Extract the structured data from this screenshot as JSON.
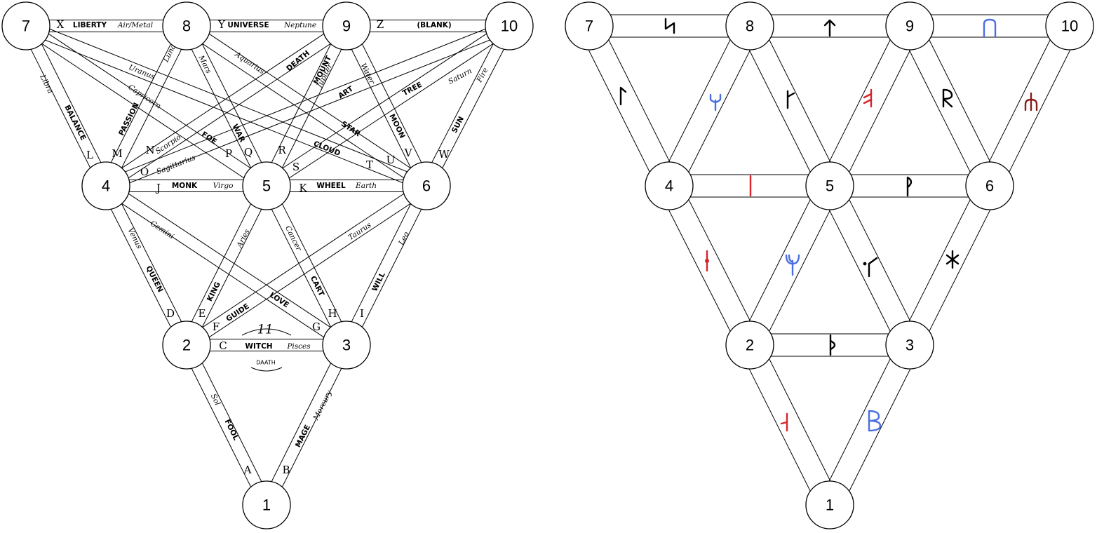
{
  "left_diagram": {
    "nodes": [
      {
        "id": "7",
        "label": "7"
      },
      {
        "id": "8",
        "label": "8"
      },
      {
        "id": "9",
        "label": "9"
      },
      {
        "id": "10",
        "label": "10"
      },
      {
        "id": "4",
        "label": "4"
      },
      {
        "id": "5",
        "label": "5"
      },
      {
        "id": "6",
        "label": "6"
      },
      {
        "id": "2",
        "label": "2"
      },
      {
        "id": "3",
        "label": "3"
      },
      {
        "id": "1",
        "label": "1"
      }
    ],
    "paths": [
      {
        "letter": "A",
        "name": "FOOL",
        "astro": "Sol",
        "from": "1",
        "to": "2"
      },
      {
        "letter": "B",
        "name": "MAGE",
        "astro": "Mercury",
        "from": "1",
        "to": "3"
      },
      {
        "letter": "C",
        "name": "WITCH",
        "astro": "Pisces",
        "from": "2",
        "to": "3"
      },
      {
        "letter": "D",
        "name": "QUEEN",
        "astro": "Venus",
        "from": "2",
        "to": "4"
      },
      {
        "letter": "E",
        "name": "KING",
        "astro": "Aries",
        "from": "2",
        "to": "5"
      },
      {
        "letter": "F",
        "name": "GUIDE",
        "astro": "Taurus",
        "from": "2",
        "to": "6"
      },
      {
        "letter": "G",
        "name": "LOVE",
        "astro": "Gemini",
        "from": "3",
        "to": "4"
      },
      {
        "letter": "H",
        "name": "CART",
        "astro": "Cancer",
        "from": "3",
        "to": "5"
      },
      {
        "letter": "I",
        "name": "WILL",
        "astro": "Leo",
        "from": "3",
        "to": "6"
      },
      {
        "letter": "J",
        "name": "MONK",
        "astro": "Virgo",
        "from": "4",
        "to": "5"
      },
      {
        "letter": "K",
        "name": "WHEEL",
        "astro": "Earth",
        "from": "5",
        "to": "6"
      },
      {
        "letter": "L",
        "name": "BALANCE",
        "astro": "Libra",
        "from": "4",
        "to": "7"
      },
      {
        "letter": "M",
        "name": "PASSION",
        "astro": "Luna",
        "from": "4",
        "to": "8"
      },
      {
        "letter": "N",
        "name": "",
        "astro": "Scorpio",
        "from": "4",
        "to": "9"
      },
      {
        "letter": "O",
        "name": "",
        "astro": "Sagittarius",
        "from": "4",
        "to": "10"
      },
      {
        "letter": "P",
        "name": "FOE",
        "astro": "Capricorn",
        "from": "5",
        "to": "7"
      },
      {
        "letter": "Q",
        "name": "WAR",
        "astro": "Mars",
        "from": "5",
        "to": "8"
      },
      {
        "letter": "R",
        "name": "MOUNT",
        "astro": "Jupiter",
        "from": "5",
        "to": "9"
      },
      {
        "letter": "S",
        "name": "ART",
        "astro": "",
        "from": "5",
        "to": "10"
      },
      {
        "letter": "T",
        "name": "CLOUD",
        "astro": "Uranus",
        "from": "6",
        "to": "7"
      },
      {
        "letter": "U",
        "name": "STAR",
        "astro": "Aquarius",
        "from": "6",
        "to": "8"
      },
      {
        "letter": "V",
        "name": "MOON",
        "astro": "Water",
        "from": "6",
        "to": "9"
      },
      {
        "letter": "W",
        "name": "SUN",
        "astro": "Fire",
        "from": "6",
        "to": "10"
      },
      {
        "letter": "X",
        "name": "LIBERTY",
        "astro": "Air/Metal",
        "from": "7",
        "to": "8"
      },
      {
        "letter": "Y",
        "name": "UNIVERSE",
        "astro": "Neptune",
        "from": "8",
        "to": "9"
      },
      {
        "letter": "Z",
        "name": "(BLANK)",
        "astro": "",
        "from": "9",
        "to": "10"
      }
    ],
    "extra_labels": {
      "death": "DEATH",
      "tree": "TREE",
      "saturn": "Saturn",
      "eleven": "11",
      "daath": "DAATH"
    }
  },
  "right_diagram": {
    "nodes": [
      {
        "id": "7",
        "label": "7"
      },
      {
        "id": "8",
        "label": "8"
      },
      {
        "id": "9",
        "label": "9"
      },
      {
        "id": "10",
        "label": "10"
      },
      {
        "id": "4",
        "label": "4"
      },
      {
        "id": "5",
        "label": "5"
      },
      {
        "id": "6",
        "label": "6"
      },
      {
        "id": "2",
        "label": "2"
      },
      {
        "id": "3",
        "label": "3"
      },
      {
        "id": "1",
        "label": "1"
      }
    ],
    "runes": [
      {
        "from": "7",
        "to": "8",
        "rune": "sowilo",
        "color": "#000000"
      },
      {
        "from": "8",
        "to": "9",
        "rune": "tiwaz",
        "color": "#000000"
      },
      {
        "from": "9",
        "to": "10",
        "rune": "uruz",
        "color": "#4a6fe0"
      },
      {
        "from": "7",
        "to": "4",
        "rune": "laguz",
        "color": "#000000"
      },
      {
        "from": "8",
        "to": "4",
        "rune": "algiz",
        "color": "#4a6fe0"
      },
      {
        "from": "8",
        "to": "5",
        "rune": "ansuz-variant",
        "color": "#000000"
      },
      {
        "from": "9",
        "to": "5",
        "rune": "ear",
        "color": "#d8232a"
      },
      {
        "from": "9",
        "to": "6",
        "rune": "raido",
        "color": "#000000"
      },
      {
        "from": "10",
        "to": "6",
        "rune": "yr",
        "color": "#8b1a1a"
      },
      {
        "from": "4",
        "to": "5",
        "rune": "isa",
        "color": "#d8232a"
      },
      {
        "from": "5",
        "to": "6",
        "rune": "wunjo",
        "color": "#000000"
      },
      {
        "from": "4",
        "to": "2",
        "rune": "dotted-isa",
        "color": "#d8232a"
      },
      {
        "from": "5",
        "to": "2",
        "rune": "calc",
        "color": "#4a6fe0"
      },
      {
        "from": "5",
        "to": "3",
        "rune": "dotted-wunjo",
        "color": "#000000"
      },
      {
        "from": "6",
        "to": "3",
        "rune": "hagalaz",
        "color": "#000000"
      },
      {
        "from": "2",
        "to": "3",
        "rune": "thurisaz",
        "color": "#000000"
      },
      {
        "from": "2",
        "to": "1",
        "rune": "nauthiz-variant",
        "color": "#d8232a"
      },
      {
        "from": "3",
        "to": "1",
        "rune": "berkano",
        "color": "#4a6fe0"
      }
    ]
  }
}
